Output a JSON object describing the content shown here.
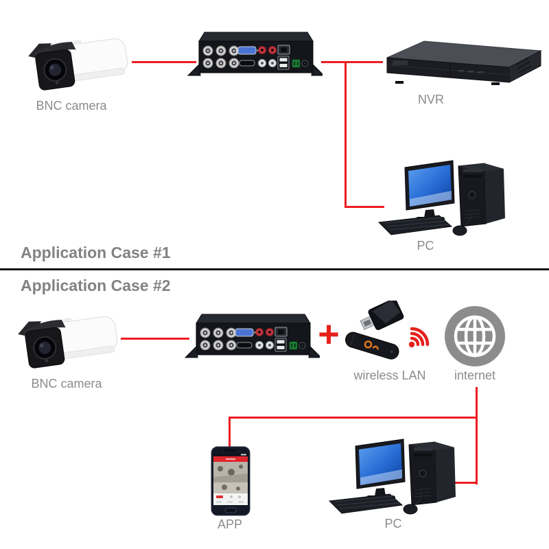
{
  "colors": {
    "background": "#ffffff",
    "wire_red": "#ee1c23",
    "icon_red": "#e6211c",
    "divider": "#161616",
    "title_text": "#828282",
    "label_text": "#8b8b8b",
    "globe_gray": "#8c8c8c"
  },
  "case1": {
    "title": "Application Case #1",
    "camera_label": "BNC camera",
    "nvr_label": "NVR",
    "pc_label": "PC"
  },
  "case2": {
    "title": "Application Case #2",
    "plus": "+",
    "camera_label": "BNC camera",
    "wireless_label": "wireless LAN",
    "internet_label": "internet",
    "app_label": "APP",
    "pc_label": "PC"
  }
}
